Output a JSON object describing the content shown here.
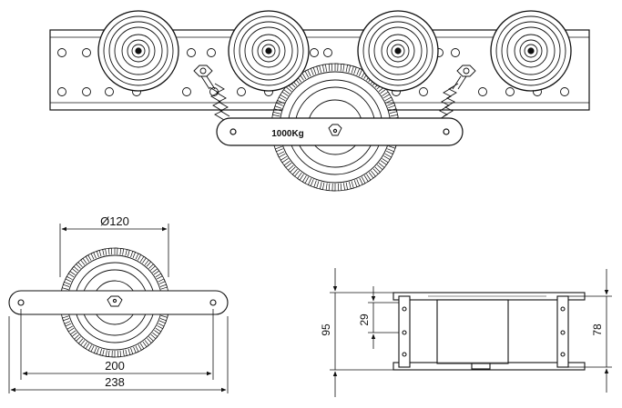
{
  "drawing": {
    "top_view": {
      "capacity_label": "1000Kg"
    },
    "side_view": {
      "wheel_diameter_label": "Ø120",
      "hole_spacing_label": "200",
      "plate_length_label": "238"
    },
    "end_view": {
      "overall_height_label": "95",
      "inner_height_label": "29",
      "frame_height_label": "78"
    }
  }
}
